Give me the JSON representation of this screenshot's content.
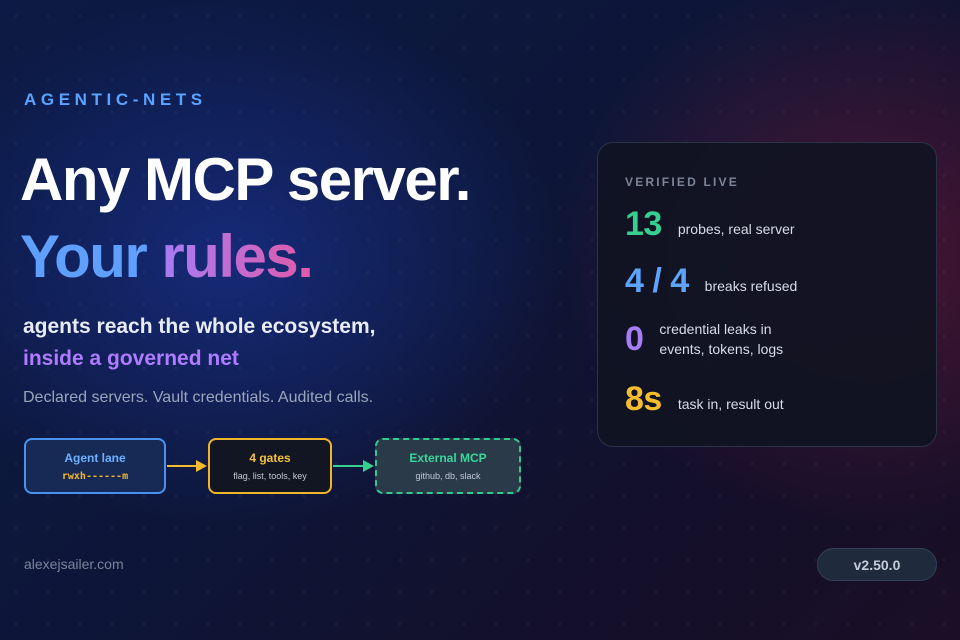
{
  "brand": "AGENTIC-NETS",
  "headline": {
    "line1": "Any MCP server.",
    "line2_part1": "Your",
    "line2_part2": "rules."
  },
  "subheading": {
    "line1": "agents reach the whole ecosystem,",
    "line2": "inside a governed net"
  },
  "tagline": "Declared servers. Vault credentials. Audited calls.",
  "diagram": {
    "nodes": [
      {
        "title": "Agent lane",
        "detail": "rwxh------m"
      },
      {
        "title": "4 gates",
        "detail": "flag, list, tools, key"
      },
      {
        "title": "External MCP",
        "detail": "github, db, slack"
      }
    ]
  },
  "card": {
    "title": "VERIFIED LIVE",
    "stats": [
      {
        "value": "13",
        "label": "probes, real server"
      },
      {
        "value": "4 / 4",
        "label": "breaks refused"
      },
      {
        "value": "0",
        "label_line1": "credential leaks in",
        "label_line2": "events, tokens, logs"
      },
      {
        "value": "8s",
        "label": "task in, result out"
      }
    ]
  },
  "footer": {
    "url": "alexejsailer.com",
    "version": "v2.50.0"
  },
  "colors": {
    "brand": "#5aa4ff",
    "green": "#35d08f",
    "blue": "#5ea4ff",
    "purple": "#a57df5",
    "yellow": "#f5bd2e"
  }
}
